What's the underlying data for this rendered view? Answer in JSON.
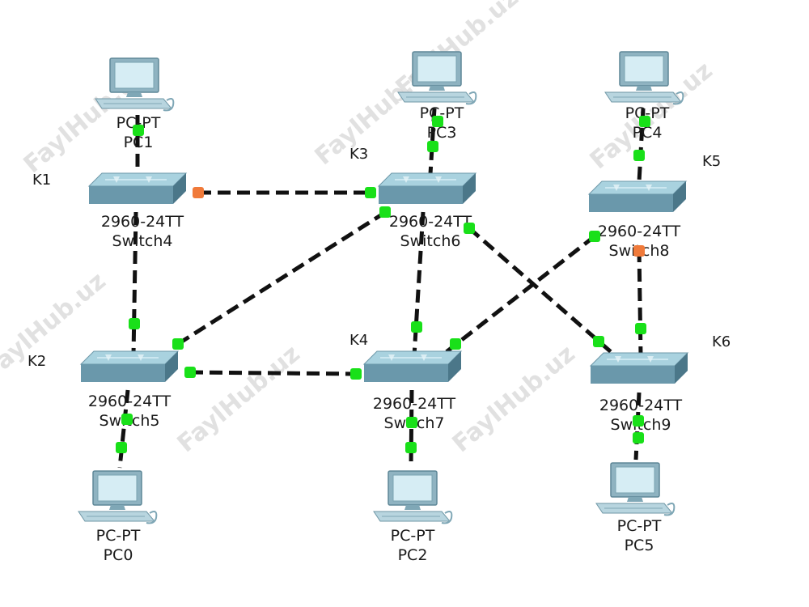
{
  "watermark": "FaylHub.uz",
  "colors": {
    "link": "#111111",
    "port_up": "#19e019",
    "port_down": "#f07a3a",
    "switch_top": "#a9d2df",
    "switch_front": "#5f8fa2",
    "switch_side": "#4b7789",
    "pc_body": "#7fa7b6",
    "pc_screen": "#d6edf4"
  },
  "areas": [
    {
      "id": "K1",
      "label": "K1"
    },
    {
      "id": "K2",
      "label": "K2"
    },
    {
      "id": "K3",
      "label": "K3"
    },
    {
      "id": "K4",
      "label": "K4"
    },
    {
      "id": "K5",
      "label": "K5"
    },
    {
      "id": "K6",
      "label": "K6"
    }
  ],
  "switches": [
    {
      "id": "sw4",
      "model": "2960-24TT",
      "name": "Switch4"
    },
    {
      "id": "sw5",
      "model": "2960-24TT",
      "name": "Switch5"
    },
    {
      "id": "sw6",
      "model": "2960-24TT",
      "name": "Switch6"
    },
    {
      "id": "sw7",
      "model": "2960-24TT",
      "name": "Switch7"
    },
    {
      "id": "sw8",
      "model": "2960-24TT",
      "name": "Switch8"
    },
    {
      "id": "sw9",
      "model": "2960-24TT",
      "name": "Switch9"
    }
  ],
  "pcs": [
    {
      "id": "pc0",
      "model": "PC-PT",
      "name": "PC0"
    },
    {
      "id": "pc1",
      "model": "PC-PT",
      "name": "PC1"
    },
    {
      "id": "pc2",
      "model": "PC-PT",
      "name": "PC2"
    },
    {
      "id": "pc3",
      "model": "PC-PT",
      "name": "PC3"
    },
    {
      "id": "pc4",
      "model": "PC-PT",
      "name": "PC4"
    },
    {
      "id": "pc5",
      "model": "PC-PT",
      "name": "PC5"
    }
  ],
  "links": [
    {
      "from": "sw4",
      "to": "sw6",
      "from_status": "down",
      "to_status": "up"
    },
    {
      "from": "sw4",
      "to": "sw5",
      "from_status": "up",
      "to_status": "up"
    },
    {
      "from": "sw5",
      "to": "sw6",
      "from_status": "up",
      "to_status": "up"
    },
    {
      "from": "sw5",
      "to": "sw7",
      "from_status": "up",
      "to_status": "up"
    },
    {
      "from": "sw6",
      "to": "sw7",
      "from_status": "up",
      "to_status": "up"
    },
    {
      "from": "sw6",
      "to": "sw9",
      "from_status": "up",
      "to_status": "up"
    },
    {
      "from": "sw8",
      "to": "sw7",
      "from_status": "up",
      "to_status": "up"
    },
    {
      "from": "sw8",
      "to": "sw9",
      "from_status": "down",
      "to_status": "up"
    },
    {
      "from": "pc1",
      "to": "sw4",
      "from_status": "up",
      "to_status": "up"
    },
    {
      "from": "pc3",
      "to": "sw6",
      "from_status": "up",
      "to_status": "up"
    },
    {
      "from": "pc4",
      "to": "sw8",
      "from_status": "up",
      "to_status": "up"
    },
    {
      "from": "pc0",
      "to": "sw5",
      "from_status": "up",
      "to_status": "up"
    },
    {
      "from": "pc2",
      "to": "sw7",
      "from_status": "up",
      "to_status": "up"
    },
    {
      "from": "pc5",
      "to": "sw9",
      "from_status": "up",
      "to_status": "up"
    }
  ]
}
